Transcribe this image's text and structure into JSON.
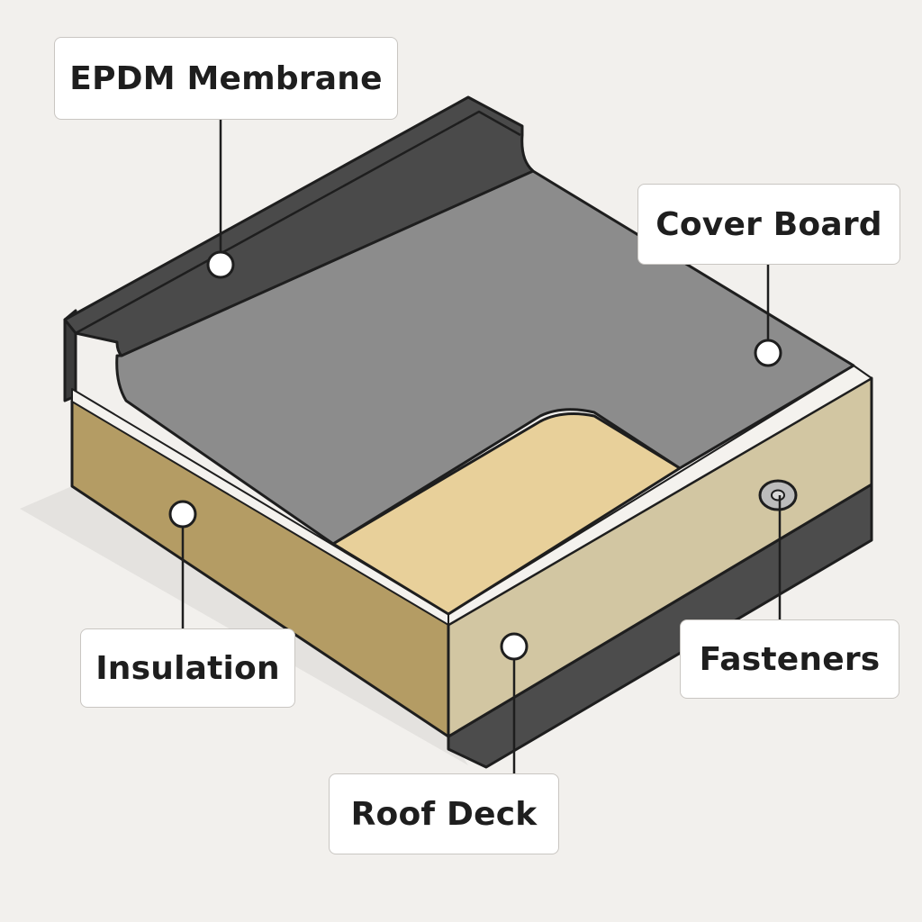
{
  "diagram": {
    "labels": {
      "epdm_membrane": "EPDM Membrane",
      "cover_board": "Cover Board",
      "insulation": "Insulation",
      "fasteners": "Fasteners",
      "roof_deck": "Roof Deck"
    },
    "colors": {
      "background": "#f2f0ed",
      "membrane_top": "#8c8c8c",
      "membrane_dark": "#4a4a4a",
      "membrane_edge": "#3a3a3a",
      "insulation_top": "#e8d09a",
      "insulation_side": "#b49c64",
      "cover_board_side": "#d2c6a2",
      "roof_deck": "#4c4c4c",
      "outline": "#1e1e1e"
    }
  }
}
